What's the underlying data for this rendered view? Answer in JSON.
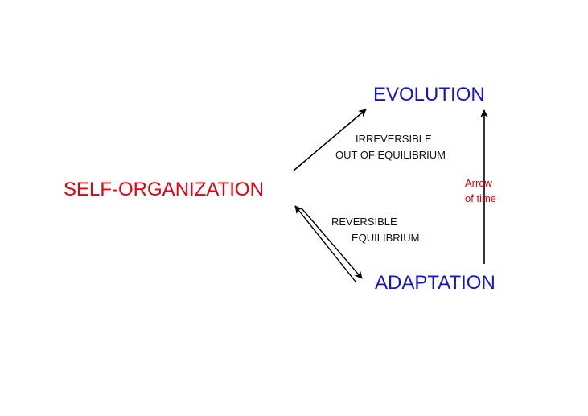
{
  "nodes": {
    "self_organization": "SELF-ORGANIZATION",
    "evolution": "EVOLUTION",
    "adaptation": "ADAPTATION"
  },
  "edges": {
    "irreversible": {
      "line1": "IRREVERSIBLE",
      "line2": "OUT OF EQUILIBRIUM"
    },
    "reversible": {
      "line1": "REVERSIBLE",
      "line2": "EQUILIBRIUM"
    }
  },
  "time_arrow": {
    "line1": "Arrow",
    "line2": "of time"
  },
  "colors": {
    "self_organization": "#e3000f",
    "evolution_adaptation": "#1414d2",
    "arrow_of_time_label": "#e3000f",
    "arrows": "#000000"
  }
}
